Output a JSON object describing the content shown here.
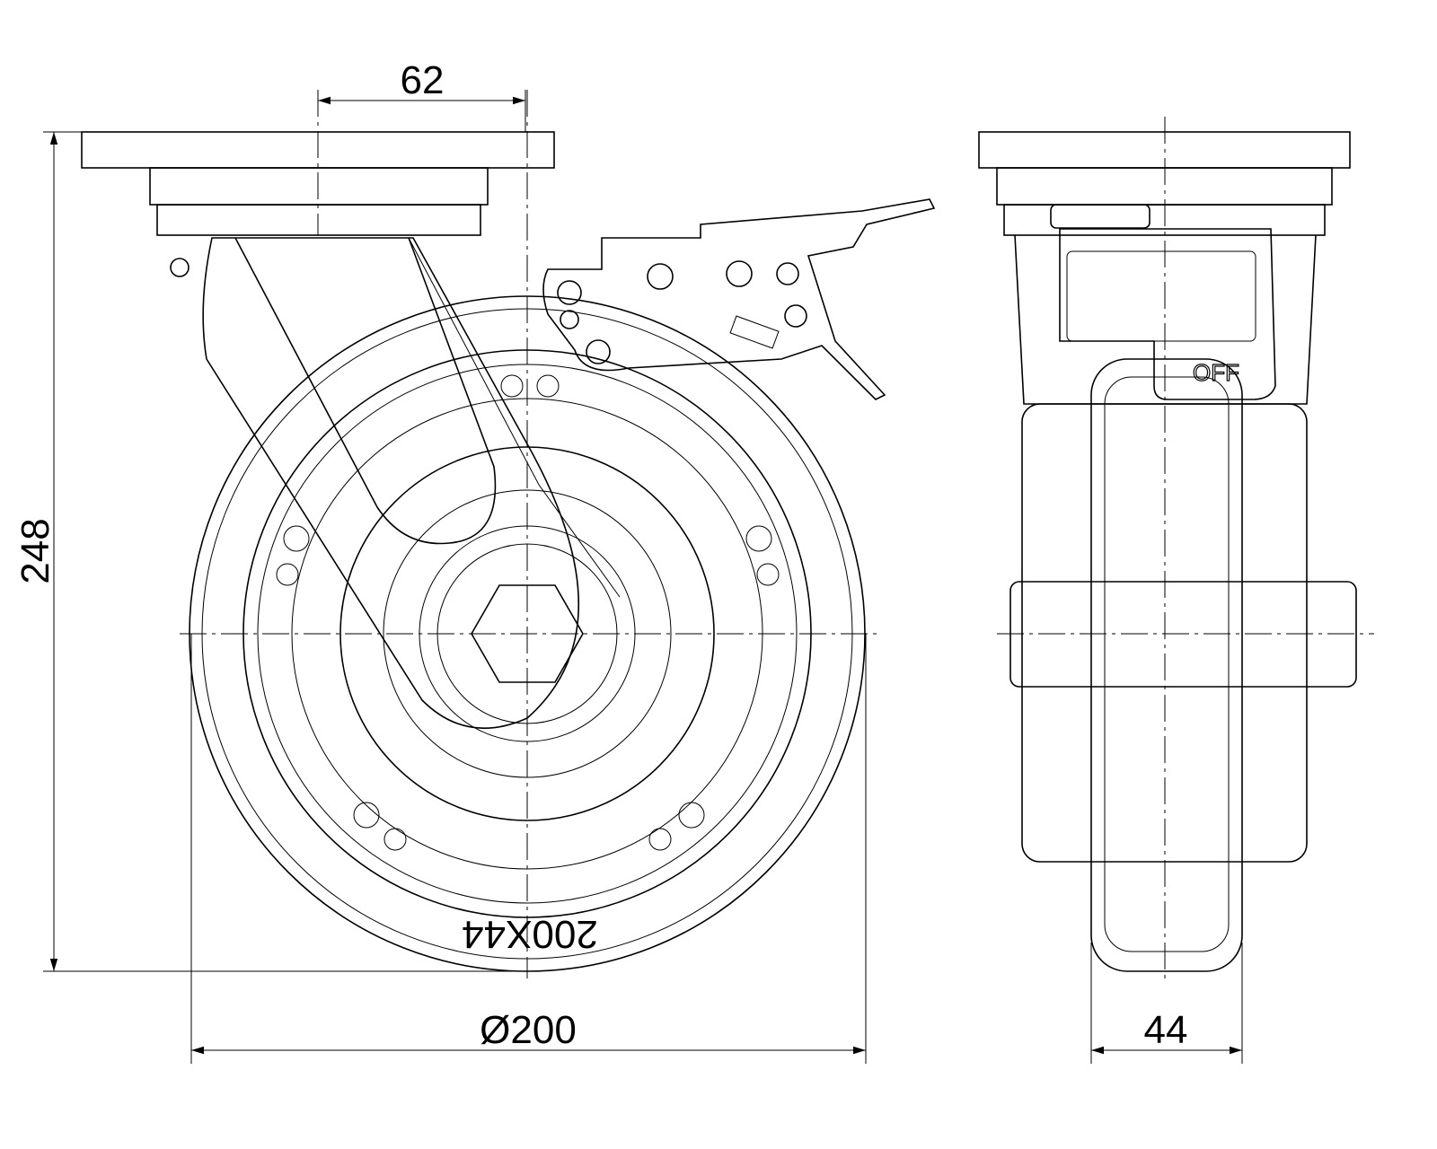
{
  "dimensions": {
    "offset": "62",
    "height": "248",
    "diameter": "Ø200",
    "width": "44"
  },
  "labels": {
    "brake_state": "OFF",
    "tire_marking": "200X44"
  },
  "colors": {
    "line": "#000000",
    "background": "#ffffff"
  }
}
